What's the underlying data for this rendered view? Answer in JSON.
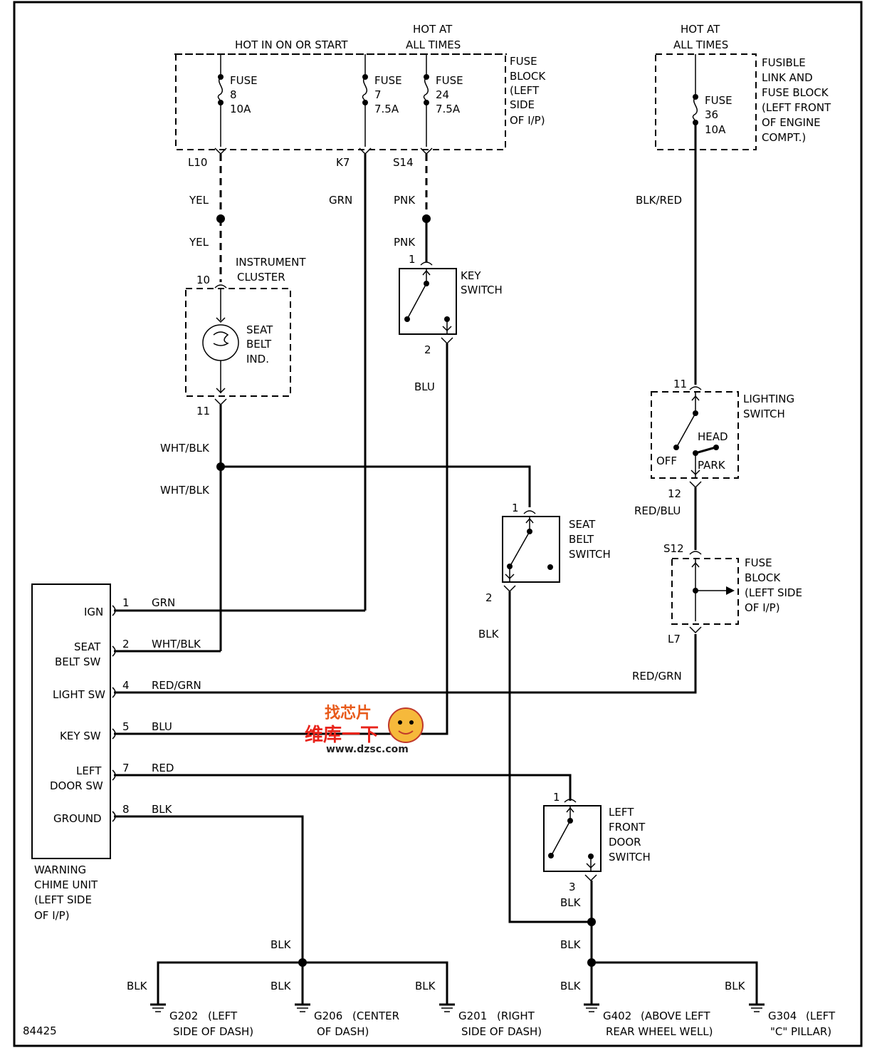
{
  "fuse_block_top": {
    "hot_on_label": "HOT IN ON OR START",
    "hot_at_label_1": "HOT AT",
    "hot_at_label_2": "ALL TIMES",
    "desc": [
      "FUSE",
      "BLOCK",
      "(LEFT",
      "SIDE",
      "OF I/P)"
    ],
    "fuses": [
      {
        "lines": [
          "FUSE",
          "8",
          "10A"
        ],
        "pin": "L10"
      },
      {
        "lines": [
          "FUSE",
          "7",
          "7.5A"
        ],
        "pin": "K7"
      },
      {
        "lines": [
          "FUSE",
          "24",
          "7.5A"
        ],
        "pin": "S14"
      }
    ]
  },
  "fusible_link": {
    "hot_at_label_1": "HOT AT",
    "hot_at_label_2": "ALL TIMES",
    "desc": [
      "FUSIBLE",
      "LINK AND",
      "FUSE BLOCK",
      "(LEFT FRONT",
      "OF ENGINE",
      "COMPT.)"
    ],
    "fuse": [
      "FUSE",
      "36",
      "10A"
    ]
  },
  "wires": {
    "yel_1": "YEL",
    "yel_2": "YEL",
    "grn": "GRN",
    "pnk_1": "PNK",
    "pnk_2": "PNK",
    "blk_red": "BLK/RED",
    "blu": "BLU",
    "wht_blk_1": "WHT/BLK",
    "wht_blk_2": "WHT/BLK",
    "red_blu": "RED/BLU",
    "blk_sb": "BLK",
    "red_grn_right": "RED/GRN",
    "blk_door": "BLK",
    "blk_g_left": "BLK",
    "blk_g_right": "BLK",
    "blk_202": "BLK",
    "blk_206": "BLK",
    "blk_201": "BLK",
    "blk_402": "BLK",
    "blk_304": "BLK"
  },
  "instrument_cluster": {
    "title_1": "INSTRUMENT",
    "title_2": "CLUSTER",
    "pin_in": "10",
    "pin_out": "11",
    "indicator": [
      "SEAT",
      "BELT",
      "IND."
    ]
  },
  "key_switch": {
    "label": [
      "KEY",
      "SWITCH"
    ],
    "pin_in": "1",
    "pin_out": "2"
  },
  "lighting_switch": {
    "label": [
      "LIGHTING",
      "SWITCH"
    ],
    "pin_in": "11",
    "pin_out": "12",
    "off": "OFF",
    "head": "HEAD",
    "park": "PARK"
  },
  "fuse_block_right": {
    "desc": [
      "FUSE",
      "BLOCK",
      "(LEFT SIDE",
      "OF I/P)"
    ],
    "pin_in": "S12",
    "pin_out": "L7"
  },
  "seat_belt_switch": {
    "label": [
      "SEAT",
      "BELT",
      "SWITCH"
    ],
    "pin_in": "1",
    "pin_out": "2"
  },
  "door_switch": {
    "label": [
      "LEFT",
      "FRONT",
      "DOOR",
      "SWITCH"
    ],
    "pin_in": "1",
    "pin_out": "3"
  },
  "chime_unit": {
    "caption": [
      "WARNING",
      "CHIME UNIT",
      "(LEFT SIDE",
      "OF I/P)"
    ],
    "terminals": [
      {
        "name": [
          "IGN"
        ],
        "pin": "1",
        "wire": "GRN"
      },
      {
        "name": [
          "SEAT",
          "BELT SW"
        ],
        "pin": "2",
        "wire": "WHT/BLK"
      },
      {
        "name": [
          "LIGHT SW"
        ],
        "pin": "4",
        "wire": "RED/GRN"
      },
      {
        "name": [
          "KEY SW"
        ],
        "pin": "5",
        "wire": "BLU"
      },
      {
        "name": [
          "LEFT",
          "DOOR SW"
        ],
        "pin": "7",
        "wire": "RED"
      },
      {
        "name": [
          "GROUND"
        ],
        "pin": "8",
        "wire": "BLK"
      }
    ]
  },
  "grounds": [
    {
      "id": "G202",
      "desc": [
        "(LEFT",
        "SIDE OF DASH)"
      ]
    },
    {
      "id": "G206",
      "desc": [
        "(CENTER",
        "OF DASH)"
      ]
    },
    {
      "id": "G201",
      "desc": [
        "(RIGHT",
        "SIDE OF DASH)"
      ]
    },
    {
      "id": "G402",
      "desc": [
        "(ABOVE LEFT",
        "REAR WHEEL WELL)"
      ]
    },
    {
      "id": "G304",
      "desc": [
        "(LEFT",
        "\"C\" PILLAR)"
      ]
    }
  ],
  "figure_id": "84425",
  "watermark": {
    "top": "找芯片",
    "middle": "维库一下",
    "url": "www.dzsc.com"
  }
}
